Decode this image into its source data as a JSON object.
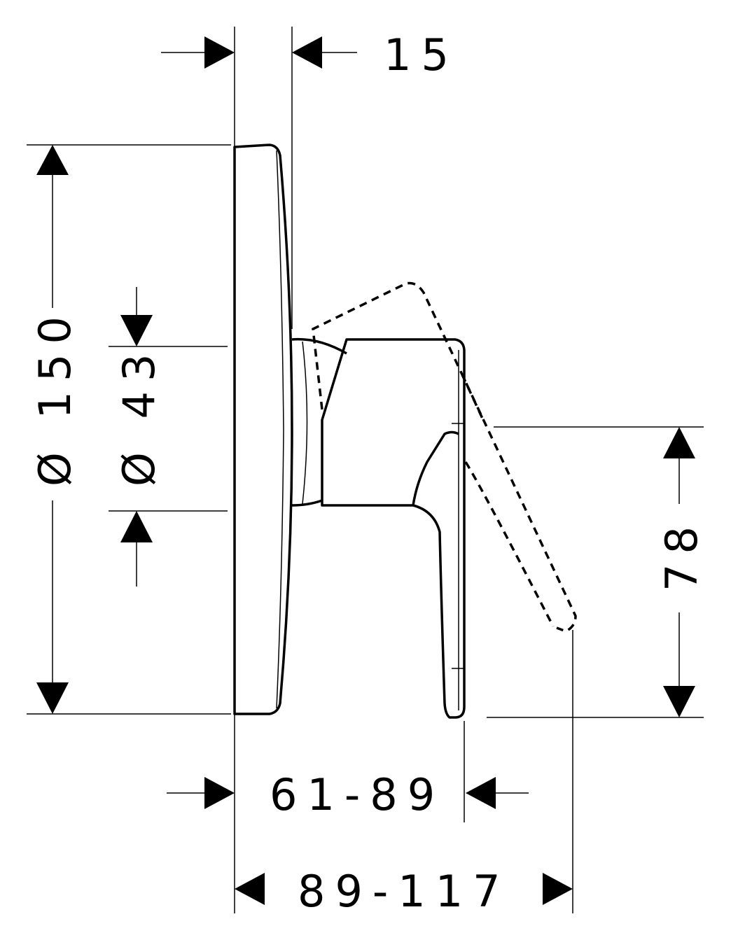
{
  "dimensions": {
    "escutcheon_depth": "15",
    "escutcheon_diameter": "Ø 150",
    "stem_diameter": "Ø 43",
    "lever_height": "78",
    "projection_range": "61-89",
    "lever_projection_range": "89-117"
  }
}
